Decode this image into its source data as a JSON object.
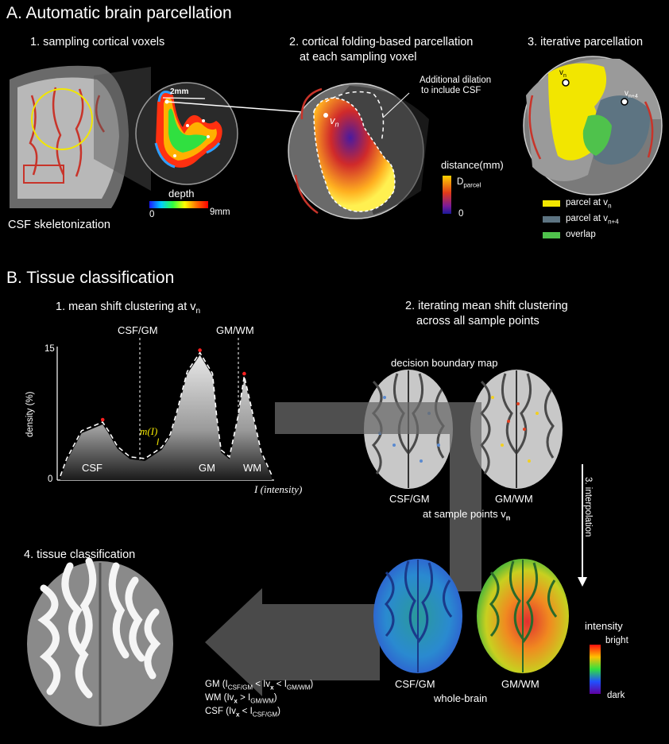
{
  "section_a": {
    "title": "A. Automatic brain parcellation",
    "step1": "1. sampling cortical voxels",
    "step2_line1": "2. cortical folding-based parcellation",
    "step2_line2": "at each sampling voxel",
    "step3": "3. iterative parcellation",
    "scale_bar": "2mm",
    "depth_title": "depth",
    "depth_min": "0",
    "depth_max": "9mm",
    "csf_skeleton": "CSF skeletonization",
    "dilation_line1": "Additional dilation",
    "dilation_line2": "to include CSF",
    "vn_label": "v",
    "vn_sub": "n",
    "vn4_sub": "n+4",
    "distance_title": "distance(mm)",
    "d_parcel": "D",
    "d_parcel_sub": "parcel",
    "distance_min": "0",
    "legend": [
      {
        "text": "parcel at v",
        "sub": "n",
        "color": "#f2e600"
      },
      {
        "text": "parcel at v",
        "sub": "n+4",
        "color": "#5d7482"
      },
      {
        "text": "overlap",
        "sub": "",
        "color": "#4fc24c"
      }
    ]
  },
  "section_b": {
    "title": "B. Tissue classification",
    "step1": "1. mean shift clustering at v",
    "step1_sub": "n",
    "step2_line1": "2. iterating mean shift clustering",
    "step2_line2": "across all sample points",
    "decision_map": "decision boundary map",
    "csf_gm_label": "CSF/GM",
    "gm_wm_label": "GM/WM",
    "sample_points": "at sample points v",
    "sample_sub": "n",
    "interp": "3. interpolation",
    "step4": "4. tissue classification",
    "whole_brain": "whole-brain",
    "intensity_title": "intensity",
    "bright": "bright",
    "dark": "dark",
    "rule_gm": "GM (I",
    "rule_wm": "WM (Iv",
    "rule_csf": "CSF (Iv"
  },
  "chart_data": {
    "type": "area",
    "title": "",
    "xlabel": "I (intensity)",
    "ylabel": "density (%)",
    "yticks": [
      "0",
      "15"
    ],
    "ylim": [
      0,
      15
    ],
    "boundaries": [
      "CSF/GM",
      "GM/WM"
    ],
    "regions": [
      "CSF",
      "GM",
      "WM"
    ],
    "annotation": "m(I)",
    "annotation_small": "I",
    "x": [
      0,
      0.03,
      0.1,
      0.2,
      0.23,
      0.27,
      0.33,
      0.4,
      0.48,
      0.52,
      0.55,
      0.6,
      0.66,
      0.72,
      0.74,
      0.76,
      0.8,
      0.84,
      0.87,
      0.9,
      0.95,
      1.0
    ],
    "y": [
      0.2,
      2.2,
      5.4,
      6.4,
      5.3,
      3.6,
      2.4,
      2.2,
      3.5,
      5.0,
      7.5,
      12.2,
      14.4,
      12.0,
      7.0,
      3.2,
      2.4,
      7.0,
      11.7,
      8.5,
      3.0,
      0.3
    ],
    "peaks_x": [
      0.2,
      0.66,
      0.87
    ]
  }
}
